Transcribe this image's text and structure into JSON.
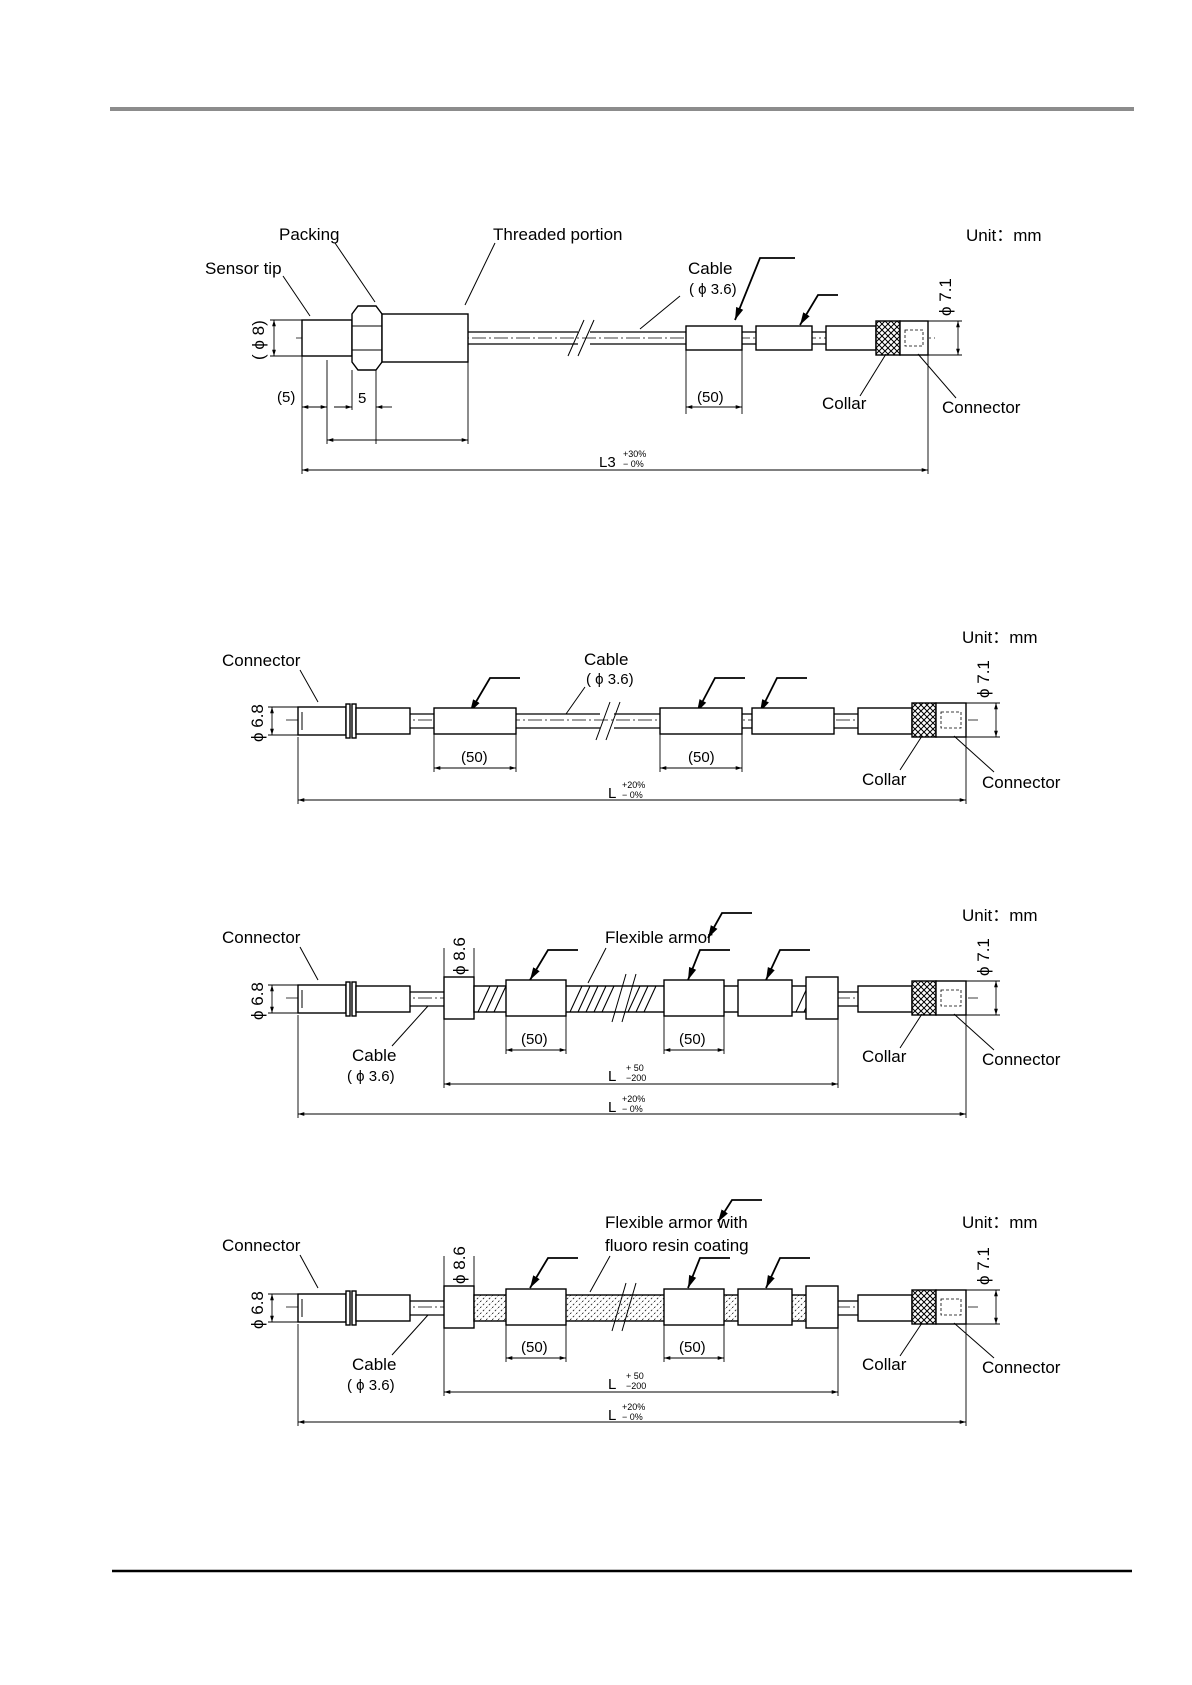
{
  "page": {
    "rule_color": "#8c8c8c",
    "ink_color": "#000000"
  },
  "diagrams": [
    {
      "unit": "Unit：mm",
      "labels": {
        "packing": "Packing",
        "threaded": "Threaded portion",
        "sensor_tip": "Sensor tip",
        "cable": "Cable",
        "cable_dia": "( ϕ 3.6)",
        "collar": "Collar",
        "connector": "Connector"
      },
      "dims": {
        "tip_dia": "( ϕ 8)",
        "conn_dia": "ϕ 7.1",
        "five_paren": "(5)",
        "five": "5",
        "fifty": "(50)",
        "overall": "L3",
        "overall_tol_up": "+30%",
        "overall_tol_dn": "−  0%"
      }
    },
    {
      "unit": "Unit：mm",
      "labels": {
        "connector_left": "Connector",
        "cable": "Cable",
        "cable_dia": "( ϕ 3.6)",
        "collar": "Collar",
        "connector_right": "Connector"
      },
      "dims": {
        "left_dia": "ϕ 6.8",
        "conn_dia": "ϕ 7.1",
        "fifty_a": "(50)",
        "fifty_b": "(50)",
        "overall": "L",
        "overall_tol_up": "+20%",
        "overall_tol_dn": "−  0%"
      }
    },
    {
      "unit": "Unit：mm",
      "labels": {
        "connector_left": "Connector",
        "armor": "Flexible armor",
        "cable": "Cable",
        "cable_dia": "( ϕ 3.6)",
        "collar": "Collar",
        "connector_right": "Connector"
      },
      "dims": {
        "left_dia": "ϕ 6.8",
        "armor_dia": "ϕ 8.6",
        "conn_dia": "ϕ 7.1",
        "fifty_a": "(50)",
        "fifty_b": "(50)",
        "armor_len": "L",
        "armor_tol_up": "+ 50",
        "armor_tol_dn": "−200",
        "overall": "L",
        "overall_tol_up": "+20%",
        "overall_tol_dn": "−  0%"
      }
    },
    {
      "unit": "Unit：mm",
      "labels": {
        "connector_left": "Connector",
        "armor_line1": "Flexible armor with",
        "armor_line2": "fluoro resin coating",
        "cable": "Cable",
        "cable_dia": "( ϕ 3.6)",
        "collar": "Collar",
        "connector_right": "Connector"
      },
      "dims": {
        "left_dia": "ϕ 6.8",
        "armor_dia": "ϕ 8.6",
        "conn_dia": "ϕ 7.1",
        "fifty_a": "(50)",
        "fifty_b": "(50)",
        "armor_len": "L",
        "armor_tol_up": "+ 50",
        "armor_tol_dn": "−200",
        "overall": "L",
        "overall_tol_up": "+20%",
        "overall_tol_dn": "−  0%"
      }
    }
  ]
}
